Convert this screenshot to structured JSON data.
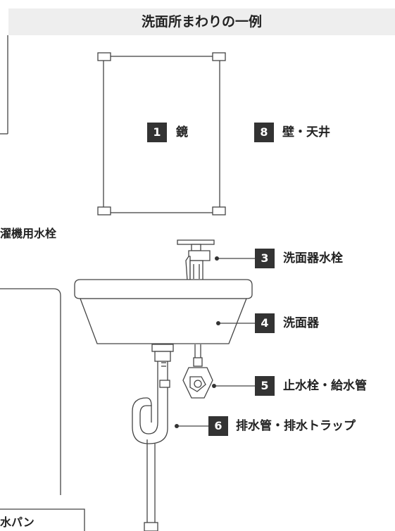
{
  "title": "洗面所まわりの一例",
  "items": [
    {
      "num": "1",
      "label": "鏡"
    },
    {
      "num": "3",
      "label": "洗面器水栓"
    },
    {
      "num": "4",
      "label": "洗面器"
    },
    {
      "num": "5",
      "label": "止水栓・給水管"
    },
    {
      "num": "6",
      "label": "排水管・排水トラップ"
    },
    {
      "num": "8",
      "label": "壁・天井"
    }
  ],
  "cropped_labels": {
    "washer_faucet": "濯機用水栓",
    "water_pan": "水パン"
  },
  "colors": {
    "line": "#444444",
    "badge_bg": "#333333",
    "badge_text": "#ffffff",
    "title_bg": "#eeeeee"
  }
}
